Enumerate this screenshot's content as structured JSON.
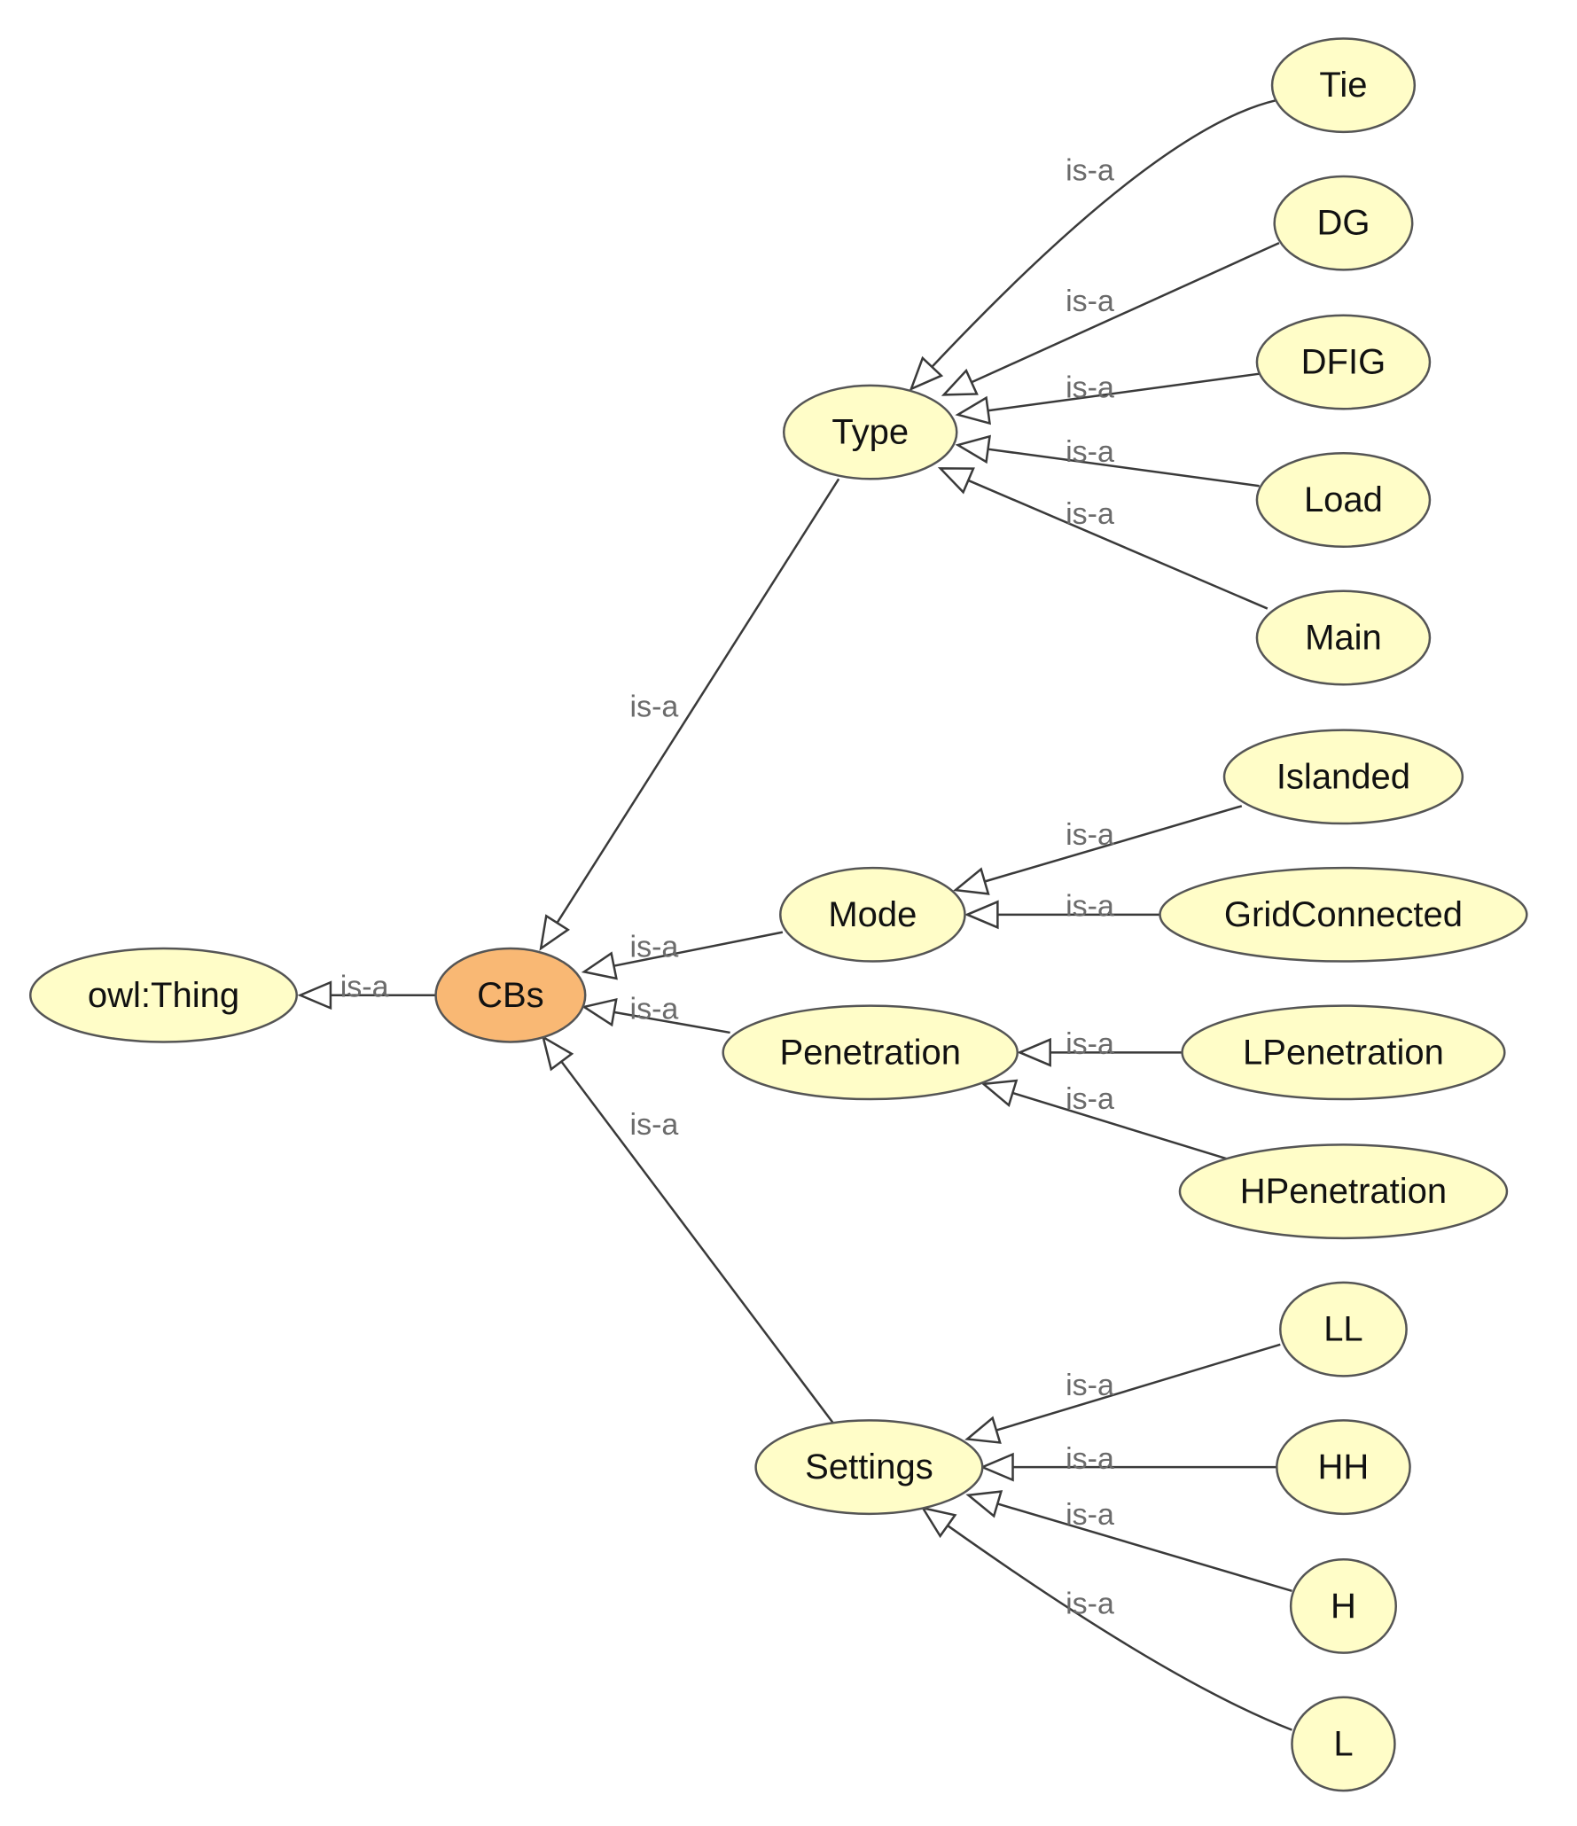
{
  "colors": {
    "node_fill": "#fffdc8",
    "focus_fill": "#f9b874",
    "node_stroke": "#555555",
    "edge": "#3a3a3a",
    "edge_label": "#6b6b6b"
  },
  "nodes": [
    {
      "id": "thing",
      "label": "owl:Thing",
      "kind": "class"
    },
    {
      "id": "cbs",
      "label": "CBs",
      "kind": "focus"
    },
    {
      "id": "type",
      "label": "Type",
      "kind": "class"
    },
    {
      "id": "mode",
      "label": "Mode",
      "kind": "class"
    },
    {
      "id": "penetration",
      "label": "Penetration",
      "kind": "class"
    },
    {
      "id": "settings",
      "label": "Settings",
      "kind": "class"
    },
    {
      "id": "tie",
      "label": "Tie",
      "kind": "class"
    },
    {
      "id": "dg",
      "label": "DG",
      "kind": "class"
    },
    {
      "id": "dfig",
      "label": "DFIG",
      "kind": "class"
    },
    {
      "id": "load",
      "label": "Load",
      "kind": "class"
    },
    {
      "id": "main",
      "label": "Main",
      "kind": "class"
    },
    {
      "id": "islanded",
      "label": "Islanded",
      "kind": "class"
    },
    {
      "id": "gridconnected",
      "label": "GridConnected",
      "kind": "class"
    },
    {
      "id": "lpenetration",
      "label": "LPenetration",
      "kind": "class"
    },
    {
      "id": "hpenetration",
      "label": "HPenetration",
      "kind": "class"
    },
    {
      "id": "ll",
      "label": "LL",
      "kind": "class"
    },
    {
      "id": "hh",
      "label": "HH",
      "kind": "class"
    },
    {
      "id": "h",
      "label": "H",
      "kind": "class"
    },
    {
      "id": "l",
      "label": "L",
      "kind": "class"
    }
  ],
  "edges": [
    {
      "from": "cbs",
      "to": "thing",
      "label": "is-a"
    },
    {
      "from": "type",
      "to": "cbs",
      "label": "is-a"
    },
    {
      "from": "mode",
      "to": "cbs",
      "label": "is-a"
    },
    {
      "from": "penetration",
      "to": "cbs",
      "label": "is-a"
    },
    {
      "from": "settings",
      "to": "cbs",
      "label": "is-a"
    },
    {
      "from": "tie",
      "to": "type",
      "label": "is-a"
    },
    {
      "from": "dg",
      "to": "type",
      "label": "is-a"
    },
    {
      "from": "dfig",
      "to": "type",
      "label": "is-a"
    },
    {
      "from": "load",
      "to": "type",
      "label": "is-a"
    },
    {
      "from": "main",
      "to": "type",
      "label": "is-a"
    },
    {
      "from": "islanded",
      "to": "mode",
      "label": "is-a"
    },
    {
      "from": "gridconnected",
      "to": "mode",
      "label": "is-a"
    },
    {
      "from": "lpenetration",
      "to": "penetration",
      "label": "is-a"
    },
    {
      "from": "hpenetration",
      "to": "penetration",
      "label": "is-a"
    },
    {
      "from": "ll",
      "to": "settings",
      "label": "is-a"
    },
    {
      "from": "hh",
      "to": "settings",
      "label": "is-a"
    },
    {
      "from": "h",
      "to": "settings",
      "label": "is-a"
    },
    {
      "from": "l",
      "to": "settings",
      "label": "is-a"
    }
  ]
}
